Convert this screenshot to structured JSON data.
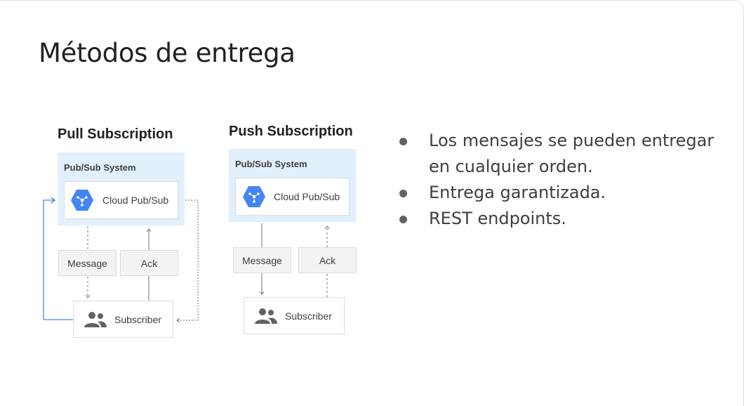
{
  "slide": {
    "title": "Métodos de entrega"
  },
  "pull": {
    "heading": "Pull Subscription",
    "system_label": "Pub/Sub System",
    "service": "Cloud Pub/Sub",
    "message": "Message",
    "ack": "Ack",
    "subscriber": "Subscriber"
  },
  "push": {
    "heading": "Push Subscription",
    "system_label": "Pub/Sub System",
    "service": "Cloud Pub/Sub",
    "message": "Message",
    "ack": "Ack",
    "subscriber": "Subscriber"
  },
  "bullets": [
    "Los mensajes se pueden entregar en cualquier orden.",
    "Entrega garantizada.",
    "REST endpoints."
  ],
  "colors": {
    "system_bg": "#e1f0fb",
    "pubsub_hex": "#4285f4",
    "flow_line": "#4a86e8",
    "arrow": "#757575"
  },
  "icons": {
    "service": "pubsub-hex-icon",
    "subscriber": "people-icon"
  }
}
